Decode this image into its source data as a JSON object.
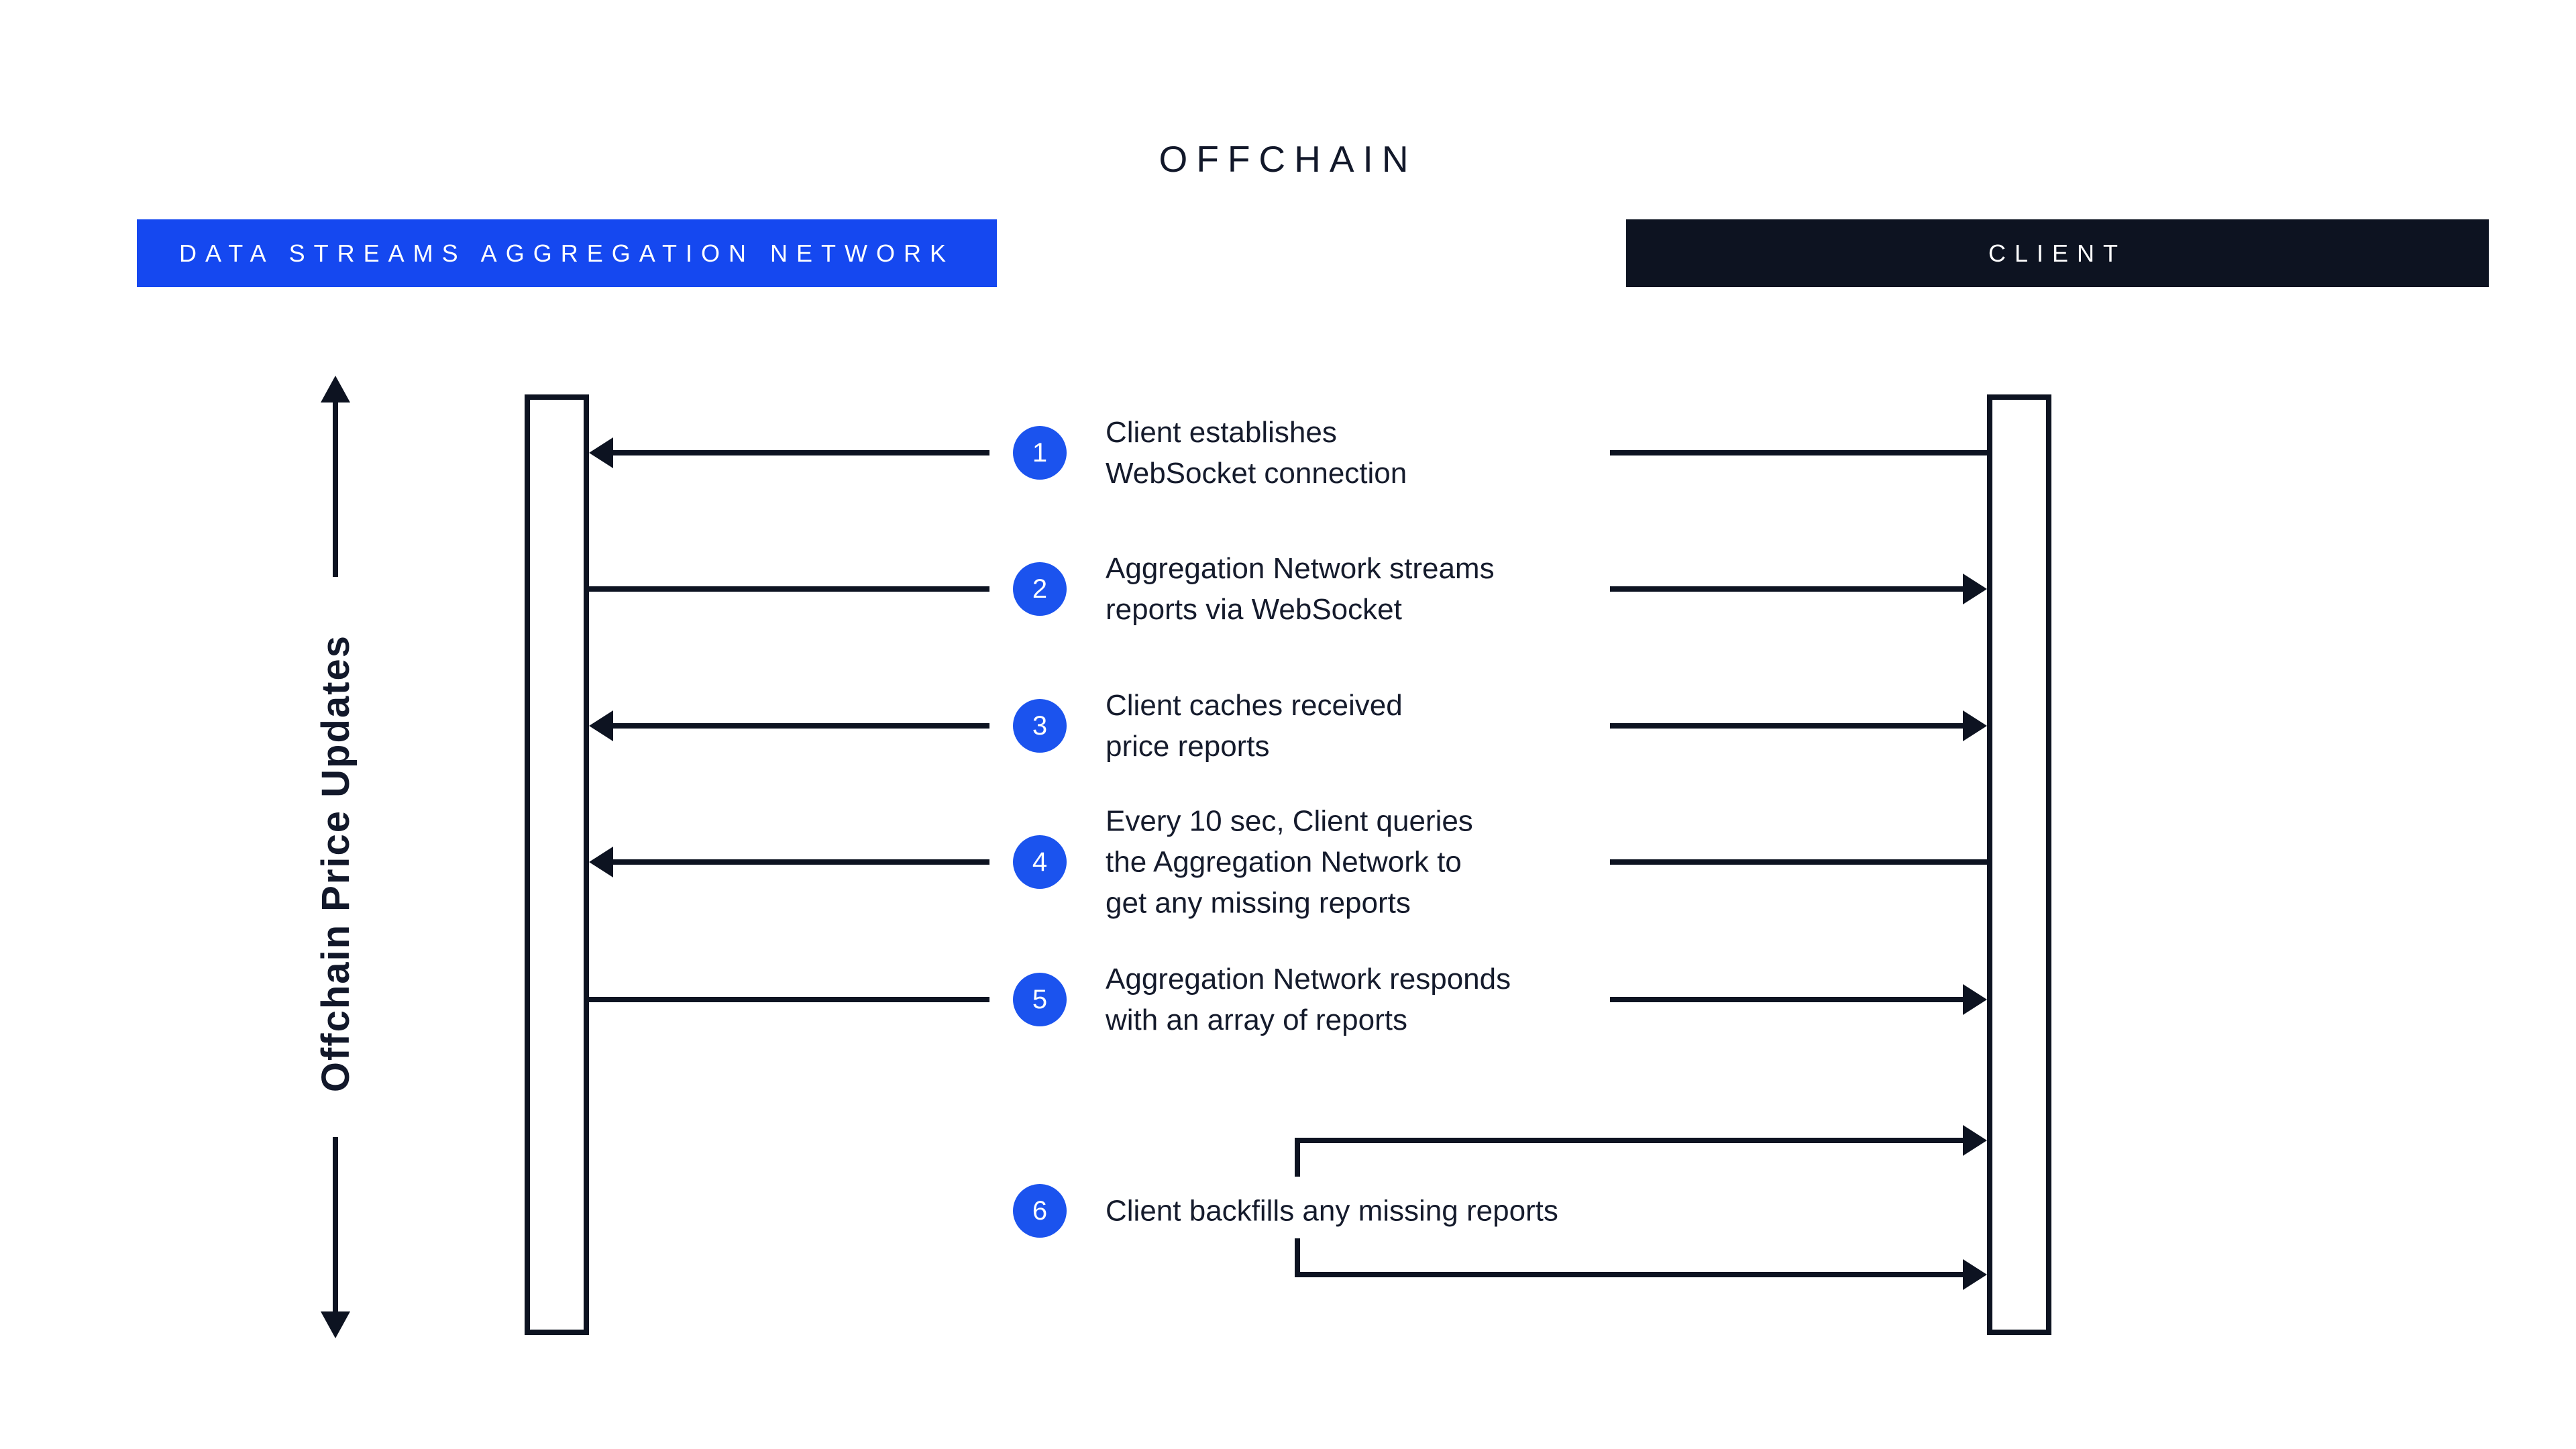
{
  "diagram": {
    "title": "OFFCHAIN",
    "axis_label": "Offchain Price Updates",
    "colors": {
      "accent_blue": "#1548f0",
      "badge_blue": "#1b53ee",
      "dark_navy": "#0d1321",
      "text_dark": "#151b2c",
      "background": "#ffffff"
    },
    "actors": [
      {
        "id": "network",
        "label": "DATA STREAMS AGGREGATION NETWORK",
        "fill": "#1548f0"
      },
      {
        "id": "client",
        "label": "CLIENT",
        "fill": "#0d1321"
      }
    ],
    "steps": [
      {
        "num": "1",
        "text": "Client establishes\nWebSocket connection",
        "left_arrowhead": true,
        "right_arrowhead": false,
        "loop": false
      },
      {
        "num": "2",
        "text": "Aggregation Network streams\nreports via WebSocket",
        "left_arrowhead": false,
        "right_arrowhead": true,
        "loop": false
      },
      {
        "num": "3",
        "text": "Client caches received\nprice reports",
        "left_arrowhead": true,
        "right_arrowhead": true,
        "loop": false
      },
      {
        "num": "4",
        "text": "Every 10 sec, Client queries\nthe Aggregation Network to\nget any missing reports",
        "left_arrowhead": true,
        "right_arrowhead": false,
        "loop": false
      },
      {
        "num": "5",
        "text": "Aggregation Network responds\nwith an array of reports",
        "left_arrowhead": false,
        "right_arrowhead": true,
        "loop": false
      },
      {
        "num": "6",
        "text": "Client backfills any missing reports",
        "left_arrowhead": false,
        "right_arrowhead": true,
        "loop": true
      }
    ]
  }
}
